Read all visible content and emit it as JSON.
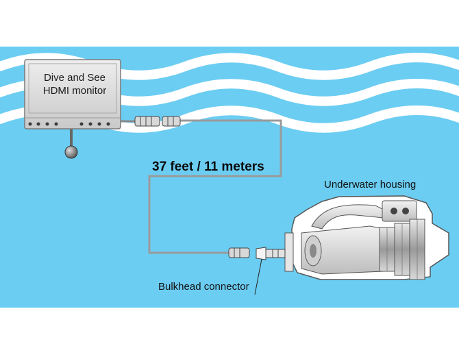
{
  "colors": {
    "water": "#6ccdf2",
    "wave": "#ffffff",
    "device": "#dcdcdc",
    "cable": "#9a9a9a"
  },
  "monitor": {
    "line1": "Dive and See",
    "line2": "HDMI monitor"
  },
  "cable_label": "37 feet / 11 meters",
  "housing_label": "Underwater housing",
  "bulkhead_label": "Bulkhead connector"
}
